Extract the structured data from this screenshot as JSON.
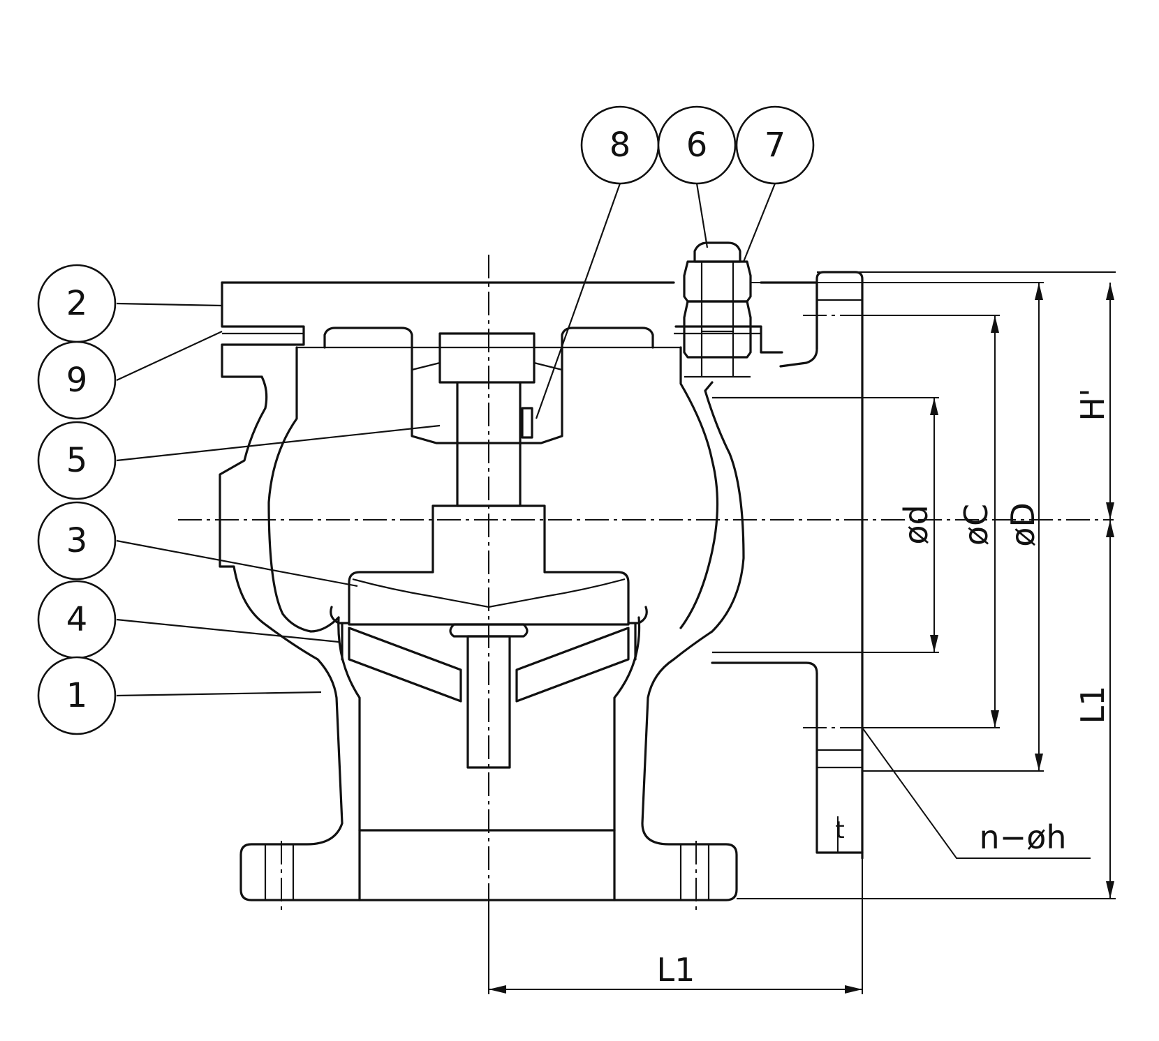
{
  "balloons": [
    {
      "id": "balloon-8",
      "label": "8"
    },
    {
      "id": "balloon-6",
      "label": "6"
    },
    {
      "id": "balloon-7",
      "label": "7"
    },
    {
      "id": "balloon-2",
      "label": "2"
    },
    {
      "id": "balloon-9",
      "label": "9"
    },
    {
      "id": "balloon-5",
      "label": "5"
    },
    {
      "id": "balloon-3",
      "label": "3"
    },
    {
      "id": "balloon-4",
      "label": "4"
    },
    {
      "id": "balloon-1",
      "label": "1"
    }
  ],
  "dimensions": {
    "d": "ød",
    "C": "øC",
    "D": "øD",
    "H_prime": "H'",
    "L1_vertical": "L1",
    "L1_horizontal": "L1",
    "n_h": "n−øh",
    "t": "t"
  }
}
